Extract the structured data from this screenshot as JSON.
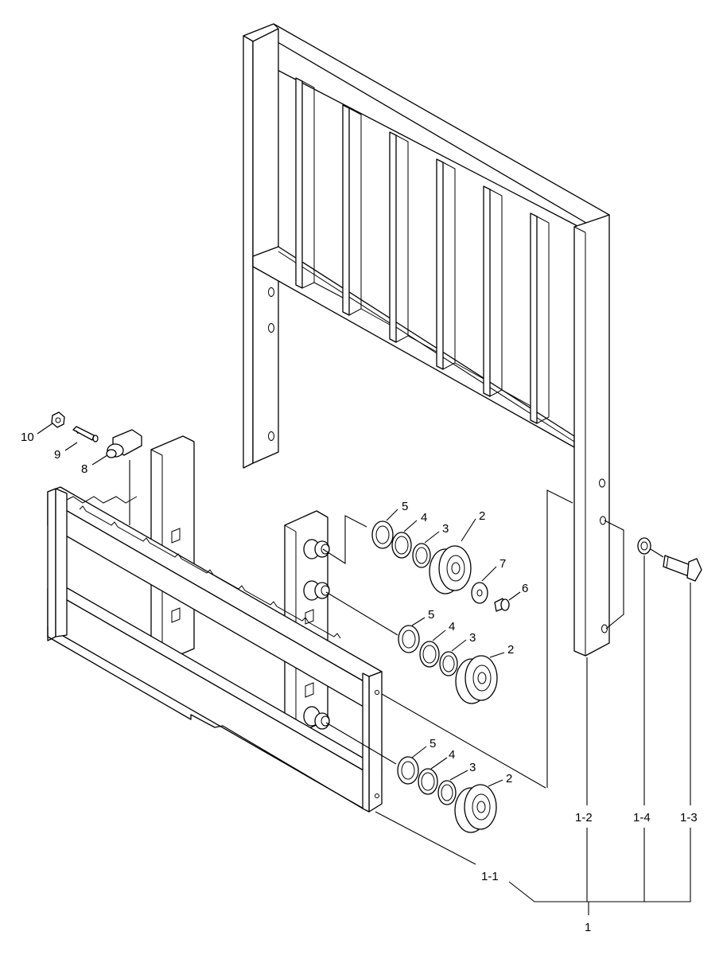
{
  "diagram": {
    "callouts": {
      "c1": "1",
      "c1_1": "1-1",
      "c1_2": "1-2",
      "c1_3": "1-3",
      "c1_4": "1-4",
      "c2a": "2",
      "c2b": "2",
      "c2c": "2",
      "c3a": "3",
      "c3b": "3",
      "c3c": "3",
      "c4a": "4",
      "c4b": "4",
      "c4c": "4",
      "c5a": "5",
      "c5b": "5",
      "c5c": "5",
      "c6": "6",
      "c7": "7",
      "c8": "8",
      "c9": "9",
      "c10": "10"
    }
  }
}
